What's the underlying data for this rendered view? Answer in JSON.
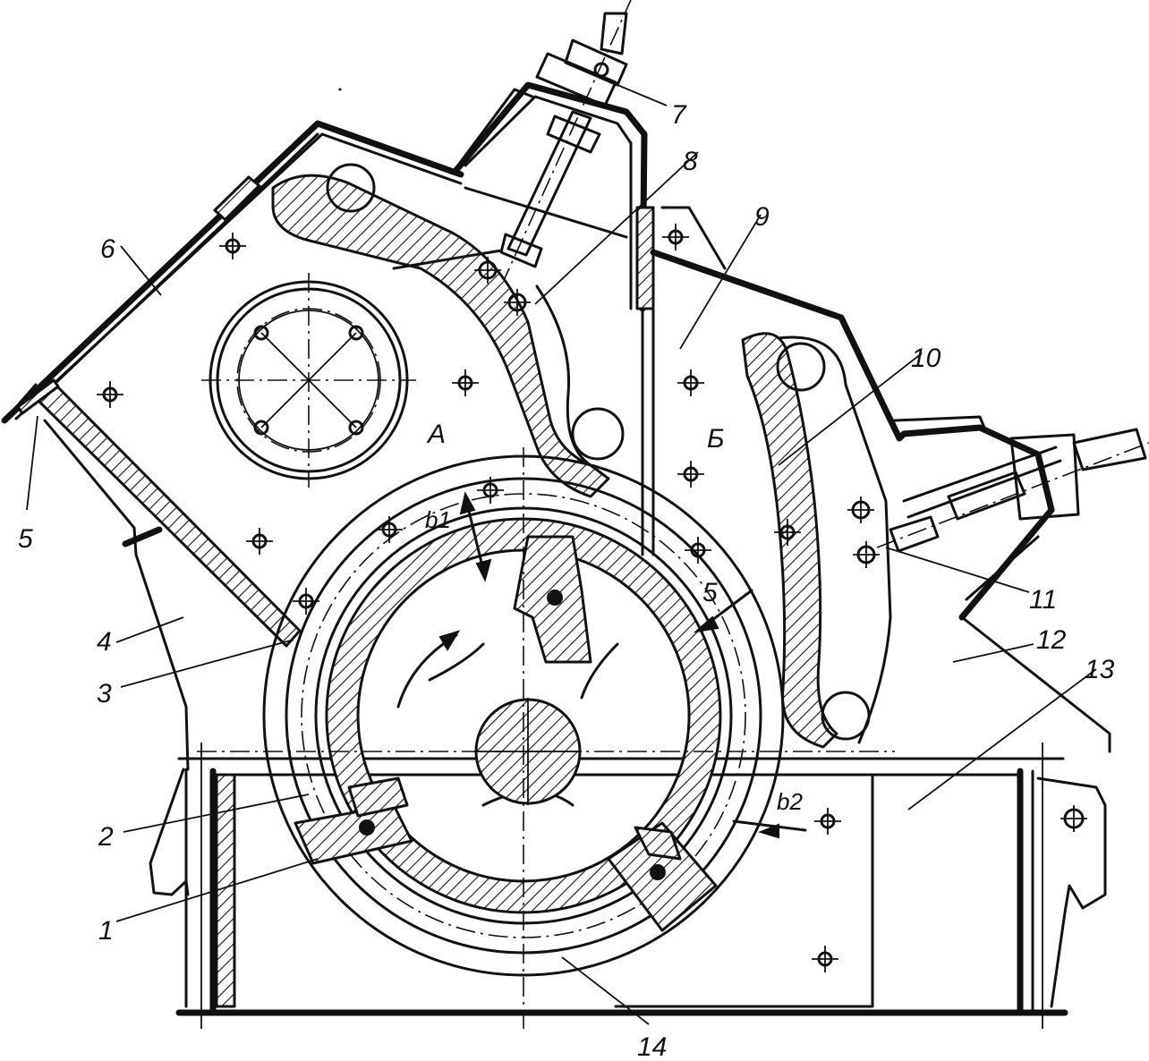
{
  "labels": {
    "l1": "1",
    "l2": "2",
    "l3": "3",
    "l4": "4",
    "l5a": "5",
    "l5b": "5",
    "l6": "6",
    "l7": "7",
    "l8": "8",
    "l9": "9",
    "l10": "10",
    "l11": "11",
    "l12": "12",
    "l13": "13",
    "l14": "14",
    "zoneA": "A",
    "zoneB": "Б",
    "gapB1": "b1",
    "gapB2": "b2"
  }
}
